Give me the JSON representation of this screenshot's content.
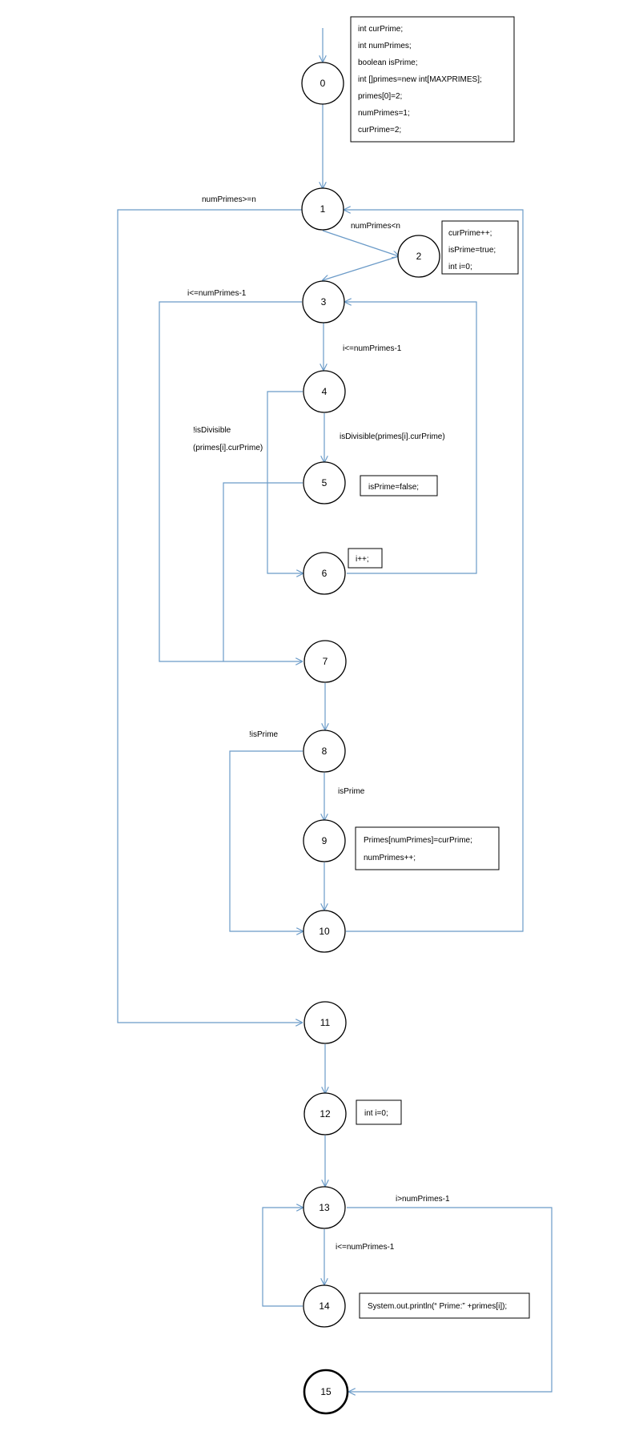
{
  "colors": {
    "edge": "#6b9bc8",
    "node_stroke": "#000000",
    "text": "#000000"
  },
  "nodes": [
    "0",
    "1",
    "2",
    "3",
    "4",
    "5",
    "6",
    "7",
    "8",
    "9",
    "10",
    "11",
    "12",
    "13",
    "14",
    "15"
  ],
  "edge_labels": {
    "e1_11": "numPrimes>=n",
    "e1_2": "numPrimes<n",
    "e3_7": "i<=numPrimes-1",
    "e3_4": "i<=numPrimes-1",
    "e4_6_line1": "!isDivisible",
    "e4_6_line2": "(primes[i].curPrime)",
    "e4_5": "isDivisible(primes[i].curPrime)",
    "e8_10": "!isPrime",
    "e8_9": "isPrime",
    "e13_15": "i>numPrimes-1",
    "e13_14": "i<=numPrimes-1"
  },
  "code_boxes": {
    "b0": [
      "int curPrime;",
      "int numPrimes;",
      "boolean isPrime;",
      "int []primes=new int[MAXPRIMES];",
      "primes[0]=2;",
      "numPrimes=1;",
      "curPrime=2;"
    ],
    "b2": [
      "curPrime++;",
      "isPrime=true;",
      "int i=0;"
    ],
    "b5": [
      "isPrime=false;"
    ],
    "b6": [
      "i++;"
    ],
    "b9": [
      "Primes[numPrimes]=curPrime;",
      "numPrimes++;"
    ],
    "b12": [
      "int i=0;"
    ],
    "b14": [
      "System.out.println(“ Prime:” +primes[i]);"
    ]
  }
}
